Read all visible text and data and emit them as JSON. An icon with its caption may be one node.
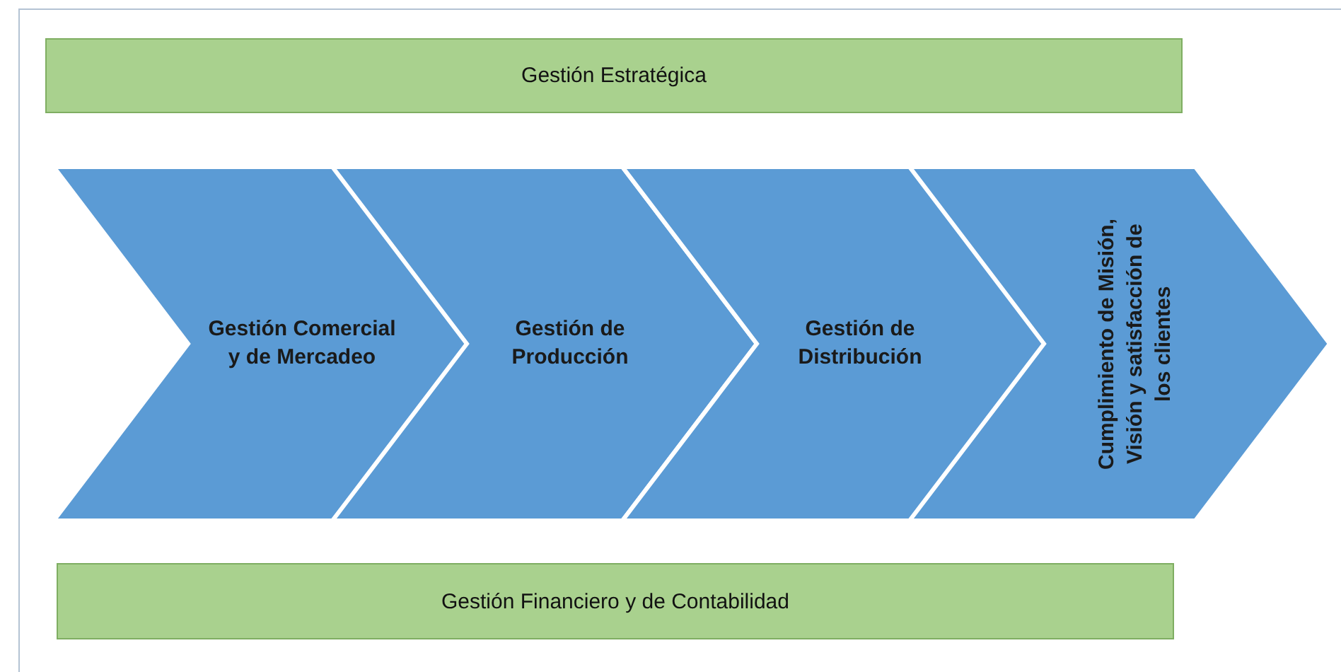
{
  "diagram": {
    "nodes": [
      {
        "text": [
          "Gestión Estratégica"
        ]
      },
      {
        "text": [
          "Gestión Comercial y de Mercadeo"
        ]
      },
      {
        "text": [
          "Gestión de Producción"
        ]
      },
      {
        "text": [
          "Gestión de Distribución"
        ]
      },
      {
        "text": [
          "Cumplimiento de Misión, Visión y satisfacción de los clientes"
        ]
      },
      {
        "text": [
          "Gestión Financiero y de Contabilidad"
        ]
      }
    ]
  }
}
